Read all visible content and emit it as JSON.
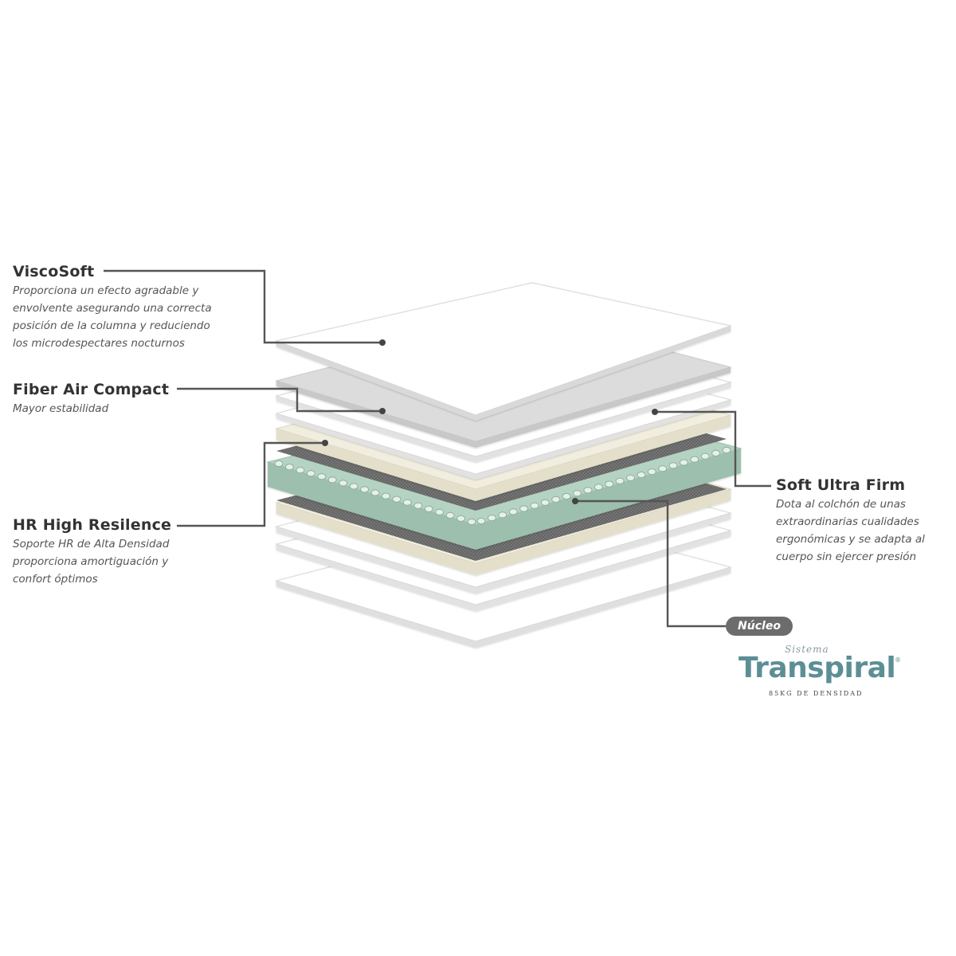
{
  "layers": [
    {
      "title": "ViscoSoft",
      "description": [
        "Proporciona un efecto agradable y",
        "envolvente asegurando una correcta",
        "posición de la columna y reduciendo",
        "los microdespectares nocturnos"
      ]
    },
    {
      "title": "Fiber Air Compact",
      "description": [
        "Mayor estabilidad"
      ]
    },
    {
      "title": "HR High Resilence",
      "description": [
        "Soporte HR de Alta Densidad",
        "proporciona amortiguación y",
        "confort óptimos"
      ]
    },
    {
      "title": "Soft Ultra Firm",
      "description": [
        "Dota al colchón de unas",
        "extraordinarias cualidades",
        "ergonómicas y se adapta al",
        "cuerpo sin ejercer presión"
      ]
    }
  ],
  "core_label": "Núcleo",
  "brand": {
    "script": "Sistema",
    "name": "Transpiral",
    "mark": "®",
    "tagline": "85KG DE DENSIDAD"
  },
  "colors": {
    "white_layer": "#ffffff",
    "gray_layer": "#dcdcdc",
    "cream_layer": "#f0ecdc",
    "mesh_layer": "#6e6e6e",
    "core_green": "#a9cbb8",
    "brand_teal": "#5b8f95",
    "callout_line": "#555555"
  }
}
